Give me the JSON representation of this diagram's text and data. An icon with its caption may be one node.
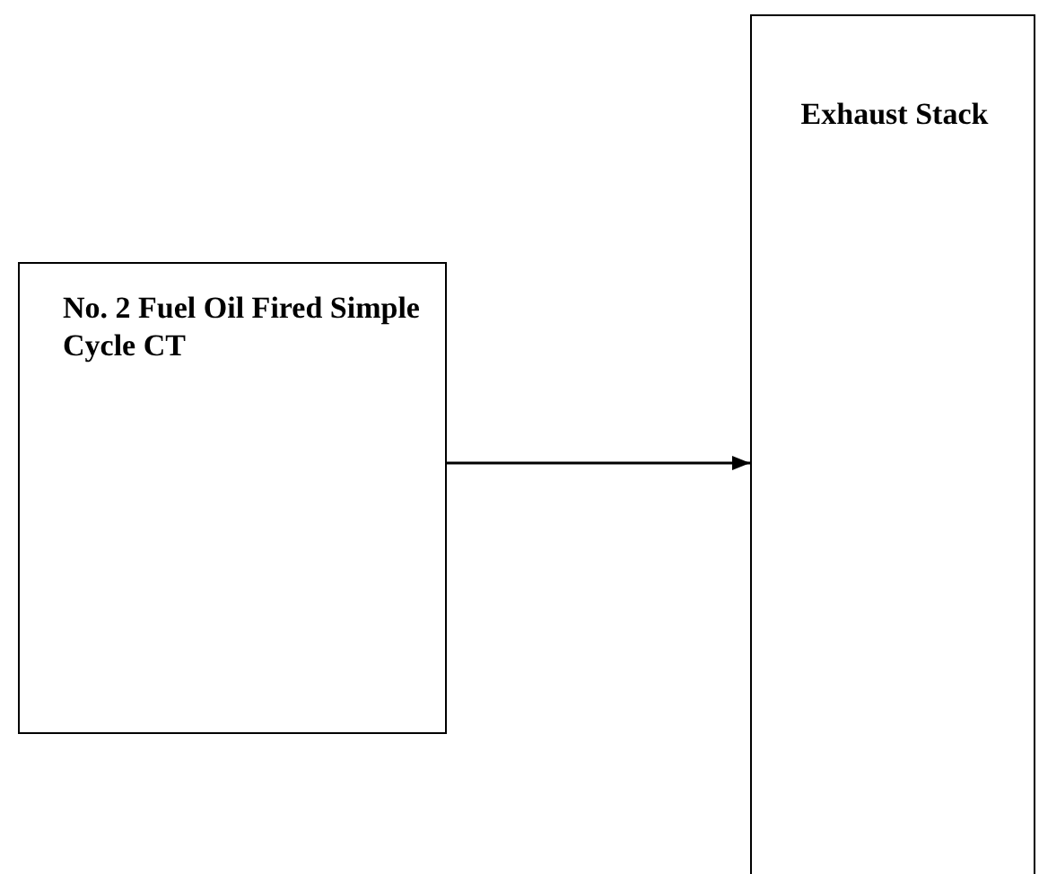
{
  "diagram": {
    "nodes": [
      {
        "text": [
          "No. 2 Fuel Oil Fired Simple Cycle CT"
        ]
      },
      {
        "text": [
          "Exhaust Stack"
        ]
      }
    ],
    "edges": [
      {
        "from": 0,
        "to": 1,
        "arrow": "to"
      }
    ]
  }
}
